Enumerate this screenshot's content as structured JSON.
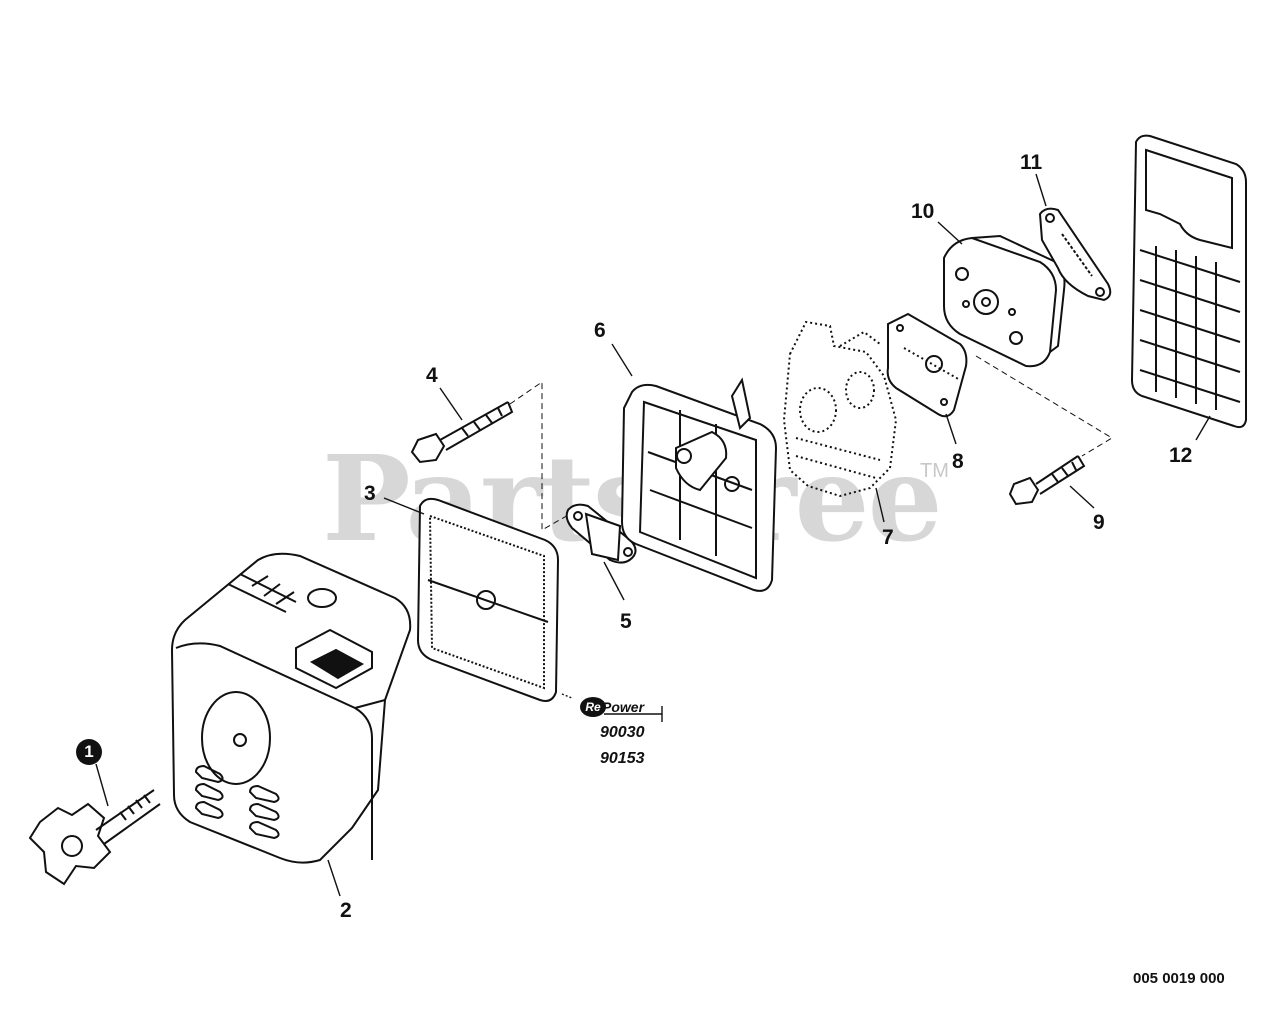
{
  "watermark": {
    "text": "PartsTree",
    "tm": "TM"
  },
  "callouts": {
    "c1": "1",
    "c2": "2",
    "c3": "3",
    "c4": "4",
    "c5": "5",
    "c6": "6",
    "c7": "7",
    "c8": "8",
    "c9": "9",
    "c10": "10",
    "c11": "11",
    "c12": "12"
  },
  "repower": {
    "logo_re": "Re",
    "logo_power": "Power",
    "code_a": "90030",
    "code_b": "90153"
  },
  "diagram_code": "005 0019 000",
  "colors": {
    "line": "#111111",
    "watermark": "#d7d7d7"
  }
}
